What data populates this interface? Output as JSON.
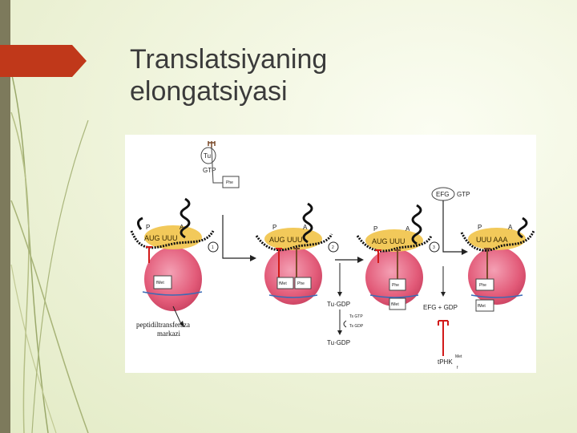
{
  "slide": {
    "title_line1": "Translatsiyaning",
    "title_line2": "elongatsiyasi"
  },
  "figure": {
    "factor_tu": "Tu",
    "gtp": "GTP",
    "phe_aa": "Phe",
    "site_p": "P",
    "site_a": "A",
    "step1": "1",
    "step2": "2",
    "step3": "3",
    "codons_1": "AUG UUU",
    "codons_2": "AUG UUU",
    "codons_3": "AUG UUU",
    "codons_4": "UUU AAA",
    "met_label": "fMet",
    "phe_label": "Phe",
    "ptc_label_line1": "peptidiltransferaza",
    "ptc_label_line2": "markazi",
    "tu_gdp": "Tu·GDP",
    "ts_gtp": "Ts GTP",
    "ts_gdp": "Ts GDP",
    "tu_gdp_2": "Tu·GDP",
    "efg": "EFG",
    "efg_gtp": "GTP",
    "efg_gdp": "EFG + GDP",
    "trna_label": "tPHK",
    "trna_sup": "Met",
    "trna_sub": "f"
  },
  "colors": {
    "accent": "#c0381a",
    "ribosome_large": "#f2c95a",
    "ribosome_small": "#e25a78",
    "trna_red": "#d21a1a"
  }
}
